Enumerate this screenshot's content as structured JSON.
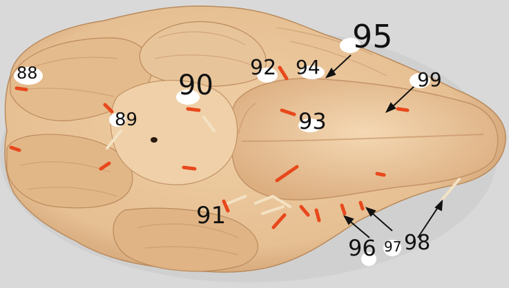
{
  "image": {
    "subject": "sheep-brain-ventral",
    "colors": {
      "background": "#d9d9d9",
      "tissue": "#e8c296",
      "tissue_dark": "#c99a6a",
      "tissue_light": "#f2d3ac",
      "pin": "#e8481c",
      "label_blob": "#ffffff",
      "label_text": "#111111"
    }
  },
  "labels": [
    {
      "id": "88",
      "text": "88"
    },
    {
      "id": "89",
      "text": "89"
    },
    {
      "id": "90",
      "text": "90"
    },
    {
      "id": "91",
      "text": "91"
    },
    {
      "id": "92",
      "text": "92"
    },
    {
      "id": "93",
      "text": "93"
    },
    {
      "id": "94",
      "text": "94"
    },
    {
      "id": "95",
      "text": "95"
    },
    {
      "id": "96",
      "text": "96"
    },
    {
      "id": "97",
      "text": "97"
    },
    {
      "id": "98",
      "text": "98"
    },
    {
      "id": "99",
      "text": "99"
    }
  ]
}
